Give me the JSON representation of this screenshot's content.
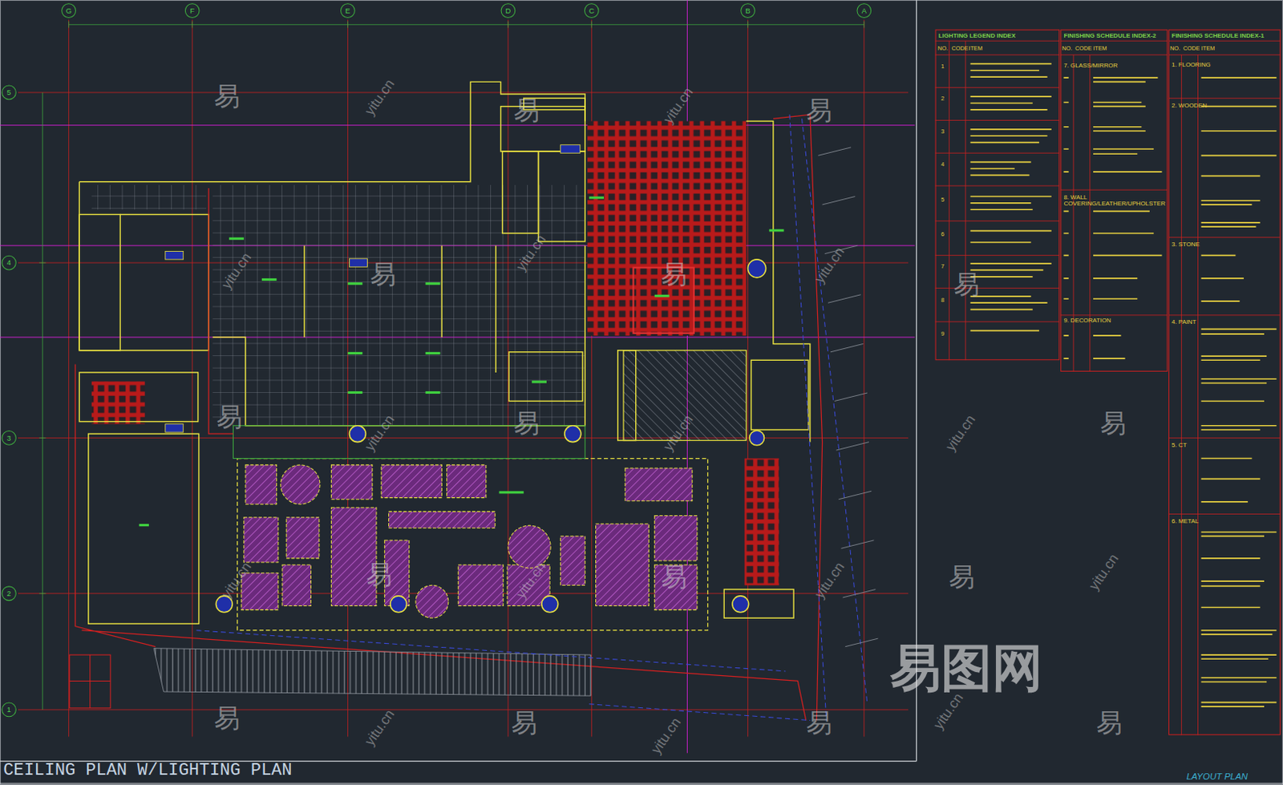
{
  "diagram": {
    "title": "CEILING PLAN W/LIGHTING PLAN",
    "caption": "LAYOUT PLAN",
    "nodes": [
      {
        "text": [
          "G"
        ]
      },
      {
        "text": [
          "F"
        ]
      },
      {
        "text": [
          "E"
        ]
      },
      {
        "text": [
          "D"
        ]
      },
      {
        "text": [
          "C"
        ]
      },
      {
        "text": [
          "B"
        ]
      },
      {
        "text": [
          "A"
        ]
      },
      {
        "text": [
          "LIGHTING LEGEND INDEX"
        ]
      },
      {
        "text": [
          "FINISHING SCHEDULE INDEX-2",
          "7. GLASS/MIRROR",
          "8. WALL COVERING/LEATHER/UPHOLSTER",
          "9. DECORATION"
        ]
      },
      {
        "text": [
          "FINISHING SCHEDULE INDEX-1",
          "1. FLOORING",
          "2. WOODEN",
          "3. STONE",
          "4. PAINT",
          "5. CT",
          "6. METAL"
        ]
      },
      {
        "text": [
          "5"
        ]
      },
      {
        "text": [
          "4"
        ]
      },
      {
        "text": [
          "3"
        ]
      },
      {
        "text": [
          "2"
        ]
      },
      {
        "text": [
          "1"
        ]
      }
    ],
    "labels": [
      "NO.",
      "CODE",
      "ITEM",
      "1",
      "2",
      "3",
      "4",
      "5",
      "6",
      "7",
      "8",
      "9",
      "NO.",
      "CODE",
      "ITEM",
      "NO.",
      "CODE",
      "ITEM",
      "易",
      "易",
      "易",
      "易",
      "易",
      "易",
      "易",
      "易",
      "易",
      "易",
      "易",
      "易",
      "易",
      "易",
      "易",
      "易",
      "yitu.cn",
      "yitu.cn",
      "yitu.cn",
      "yitu.cn",
      "yitu.cn",
      "yitu.cn",
      "yitu.cn",
      "yitu.cn",
      "yitu.cn",
      "yitu.cn",
      "yitu.cn",
      "yitu.cn",
      "yitu.cn",
      "yitu.cn",
      "yitu.cn",
      "易图网"
    ]
  }
}
